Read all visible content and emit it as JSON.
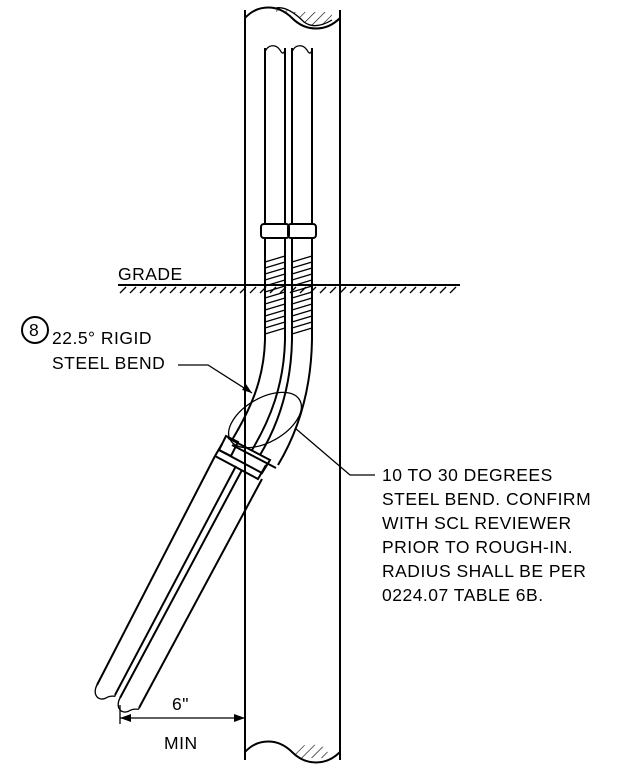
{
  "labels": {
    "grade": "GRADE",
    "callout_number": "8",
    "bend_line1": "22.5° RIGID",
    "bend_line2": "STEEL BEND",
    "note_line1": "10 TO 30 DEGREES",
    "note_line2": "STEEL BEND. CONFIRM",
    "note_line3": "WITH SCL REVIEWER",
    "note_line4": "PRIOR TO ROUGH-IN.",
    "note_line5": "RADIUS SHALL BE PER",
    "note_line6": "0224.07 TABLE 6B.",
    "dim_value": "6\"",
    "dim_min": "MIN"
  },
  "colors": {
    "line": "#000000",
    "background": "#ffffff"
  }
}
